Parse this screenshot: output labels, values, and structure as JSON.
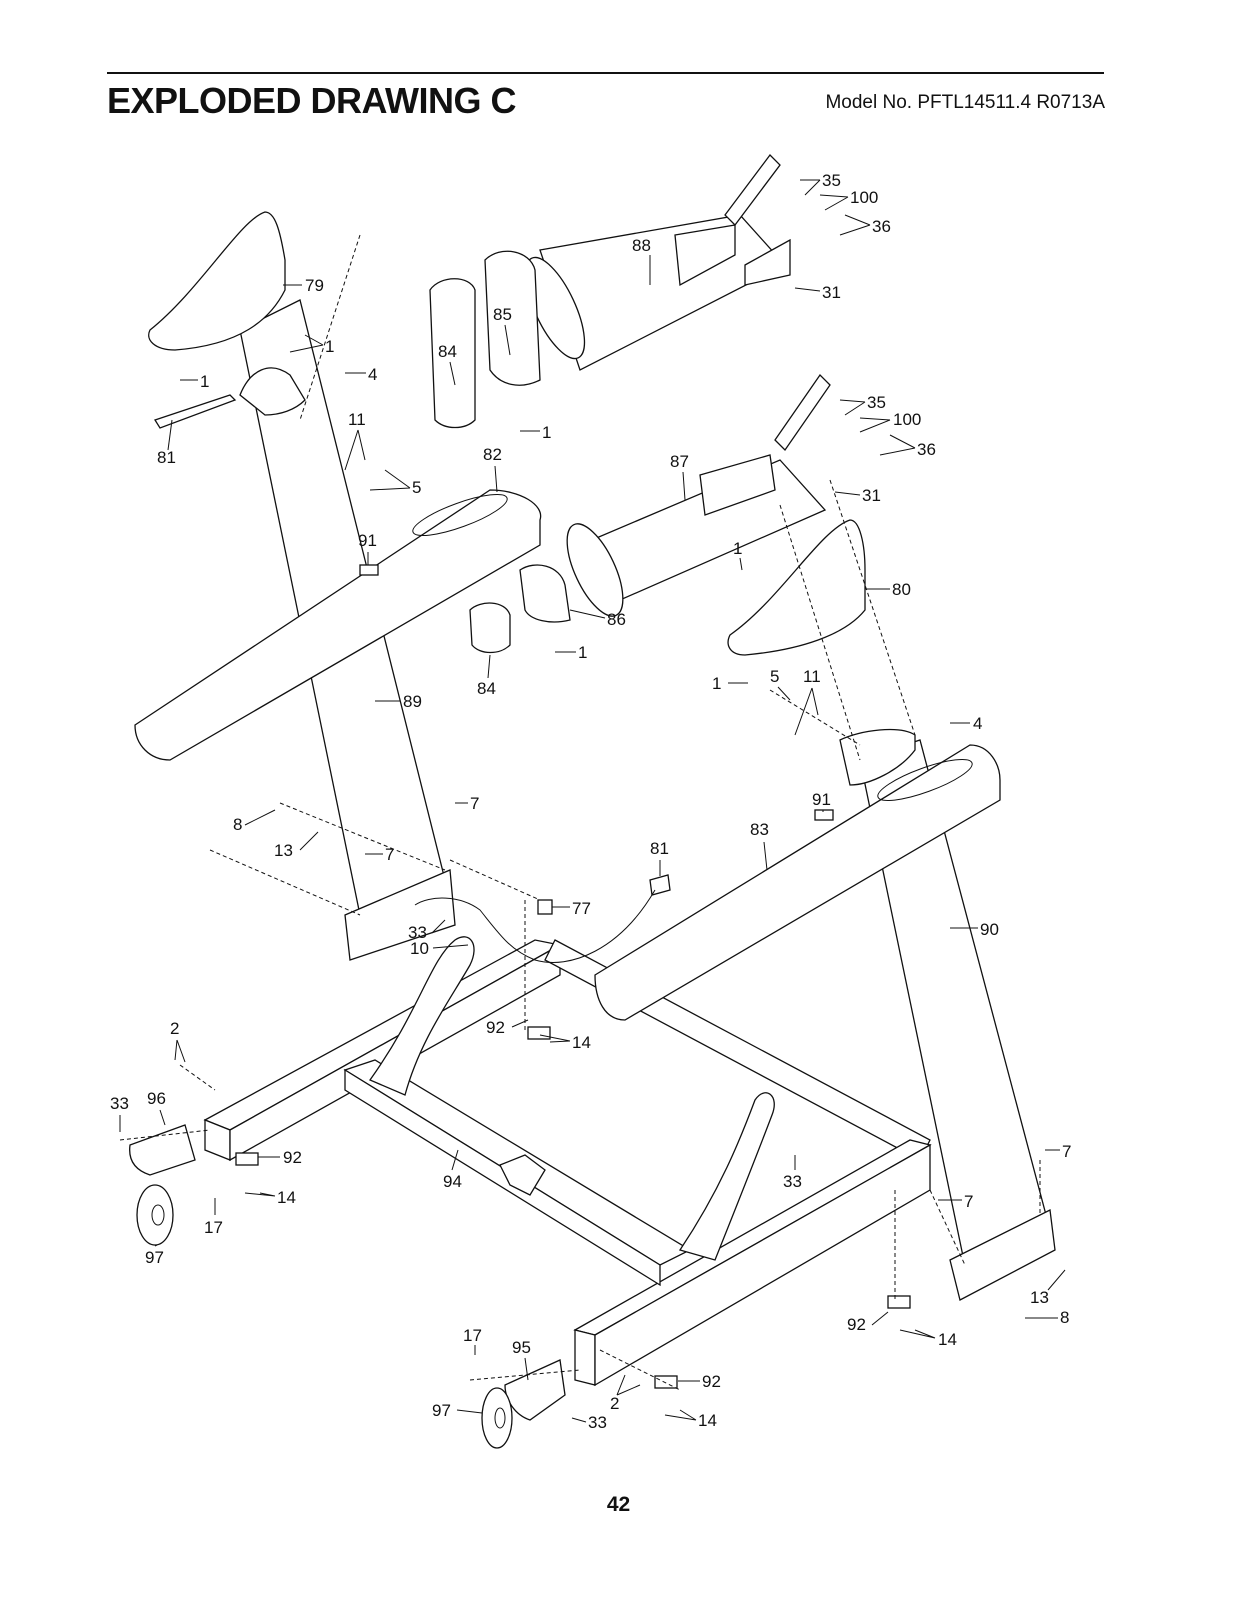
{
  "header": {
    "title": "EXPLODED DRAWING C",
    "model": "Model No. PFTL14511.4 R0713A"
  },
  "footer": {
    "page_number": "42"
  },
  "callouts": {
    "c35a": "35",
    "c100a": "100",
    "c36a": "36",
    "c88": "88",
    "c31a": "31",
    "c79": "79",
    "c1a": "1",
    "c1b": "1",
    "c4a": "4",
    "c85": "85",
    "c84a": "84",
    "c1c": "1",
    "c11a": "11",
    "c81a": "81",
    "c82": "82",
    "c5a": "5",
    "c35b": "35",
    "c100b": "100",
    "c36b": "36",
    "c87": "87",
    "c31b": "31",
    "c91a": "91",
    "c1d": "1",
    "c80": "80",
    "c86": "86",
    "c1e": "1",
    "c84b": "84",
    "c1f": "1",
    "c5b": "5",
    "c11b": "11",
    "c4b": "4",
    "c89": "89",
    "c7a": "7",
    "c8a": "8",
    "c13a": "13",
    "c7b": "7",
    "c91b": "91",
    "c83": "83",
    "c81b": "81",
    "c77": "77",
    "c33a": "33",
    "c10": "10",
    "c90": "90",
    "c92a": "92",
    "c14a": "14",
    "c2a": "2",
    "c33b": "33",
    "c96": "96",
    "c92b": "92",
    "c14b": "14",
    "c17a": "17",
    "c97a": "97",
    "c94": "94",
    "c33c": "33",
    "c7c": "7",
    "c7d": "7",
    "c13b": "13",
    "c8b": "8",
    "c92c": "92",
    "c14c": "14",
    "c17b": "17",
    "c95": "95",
    "c92d": "92",
    "c2b": "2",
    "c97b": "97",
    "c33d": "33",
    "c14d": "14"
  }
}
